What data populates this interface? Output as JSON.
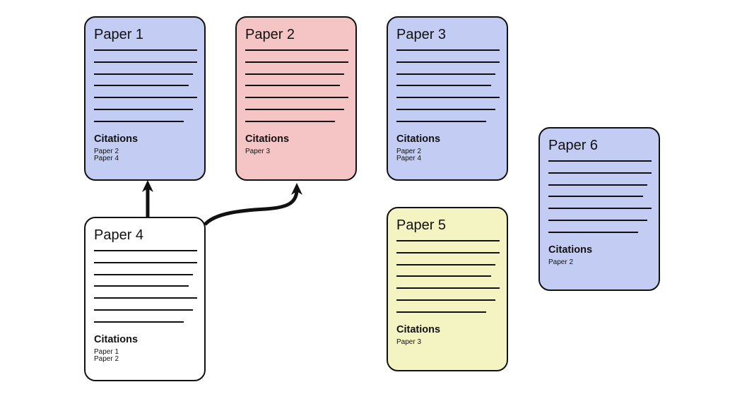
{
  "diagram": {
    "citations_label": "Citations",
    "colors": {
      "blue": "#c3cdf3",
      "red": "#f4c5c4",
      "yellow": "#f4f4c3",
      "white": "#ffffff",
      "stroke": "#111111"
    },
    "papers": [
      {
        "id": "paper-1",
        "title": "Paper 1",
        "fill": "blue",
        "citations": [
          "Paper 2",
          "Paper 4"
        ]
      },
      {
        "id": "paper-2",
        "title": "Paper 2",
        "fill": "red",
        "citations": [
          "Paper 3"
        ]
      },
      {
        "id": "paper-3",
        "title": "Paper 3",
        "fill": "blue",
        "citations": [
          "Paper 2",
          "Paper 4"
        ]
      },
      {
        "id": "paper-4",
        "title": "Paper 4",
        "fill": "white",
        "citations": [
          "Paper 1",
          "Paper 2"
        ]
      },
      {
        "id": "paper-5",
        "title": "Paper 5",
        "fill": "yellow",
        "citations": [
          "Paper 3"
        ]
      },
      {
        "id": "paper-6",
        "title": "Paper 6",
        "fill": "blue",
        "citations": [
          "Paper 2"
        ]
      }
    ],
    "edges": [
      {
        "from": "Paper 4",
        "to": "Paper 1"
      },
      {
        "from": "Paper 4",
        "to": "Paper 2"
      }
    ]
  }
}
